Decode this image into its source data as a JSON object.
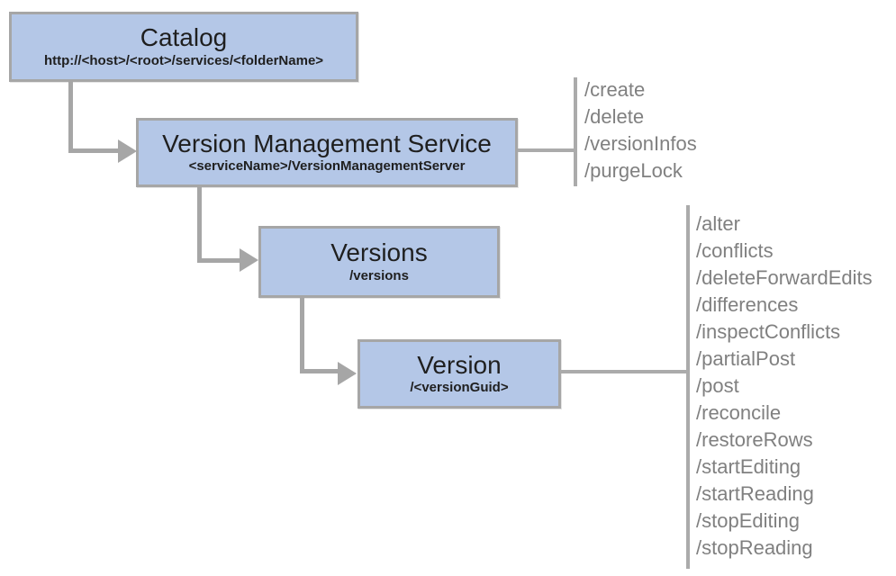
{
  "diagram": {
    "type": "service-hierarchy-tree",
    "nodes": {
      "catalog": {
        "title": "Catalog",
        "subtitle": "http://<host>/<root>/services/<folderName>"
      },
      "vms": {
        "title": "Version Management Service",
        "subtitle": "<serviceName>/VersionManagementServer"
      },
      "versions": {
        "title": "Versions",
        "subtitle": "/versions"
      },
      "version": {
        "title": "Version",
        "subtitle": "/<versionGuid>"
      }
    },
    "vms_operations": [
      "/create",
      "/delete",
      "/versionInfos",
      "/purgeLock"
    ],
    "version_operations": [
      "/alter",
      "/conflicts",
      "/deleteForwardEdits",
      "/differences",
      "/inspectConflicts",
      "/partialPost",
      "/post",
      "/reconcile",
      "/restoreRows",
      "/startEditing",
      "/startReading",
      "/stopEditing",
      "/stopReading"
    ],
    "colors": {
      "node_fill": "#b4c7e7",
      "node_border": "#a6a6a6",
      "connector": "#a6a6a6",
      "bracket": "#ababab",
      "node_text": "#1f1f1f",
      "operation_text": "#808080"
    }
  }
}
